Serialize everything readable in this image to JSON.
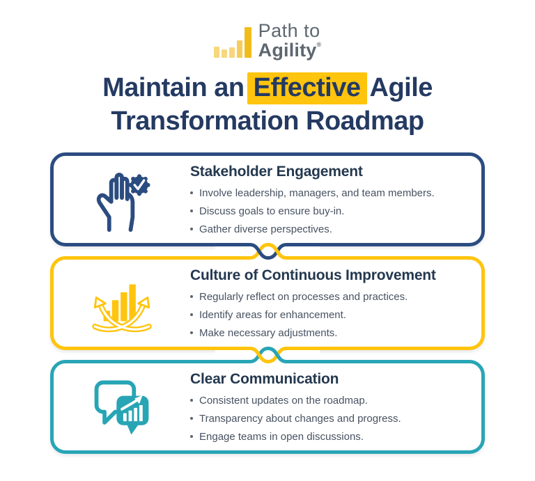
{
  "logo": {
    "line1": "Path to",
    "line2": "Agility",
    "trademark": "®"
  },
  "title": {
    "line1_pre": "Maintain an",
    "line1_highlight": "Effective",
    "line1_post": "Agile",
    "line2": "Transformation Roadmap"
  },
  "cards": [
    {
      "icon": "hand-badge-check-icon",
      "title": "Stakeholder Engagement",
      "bullets": [
        "Involve leadership, managers, and team members.",
        "Discuss goals to ensure buy-in.",
        "Gather diverse perspectives."
      ]
    },
    {
      "icon": "growth-arrows-chart-icon",
      "title": "Culture of Continuous Improvement",
      "bullets": [
        "Regularly reflect on processes and practices.",
        "Identify areas for enhancement.",
        "Make necessary adjustments."
      ]
    },
    {
      "icon": "speech-bubbles-chart-icon",
      "title": "Clear Communication",
      "bullets": [
        "Consistent updates on the roadmap.",
        "Transparency about changes and progress.",
        "Engage teams in open discussions."
      ]
    }
  ],
  "colors": {
    "navy": "#2B4C80",
    "yellow": "#FFC40D",
    "teal": "#28A5B5",
    "title": "#243A62",
    "heading": "#24384F",
    "body": "#475261",
    "gray": "#5D6770",
    "logo_light": "#F7D77E",
    "logo_mid": "#F4CD5C",
    "logo_dark": "#F0BC1C"
  }
}
